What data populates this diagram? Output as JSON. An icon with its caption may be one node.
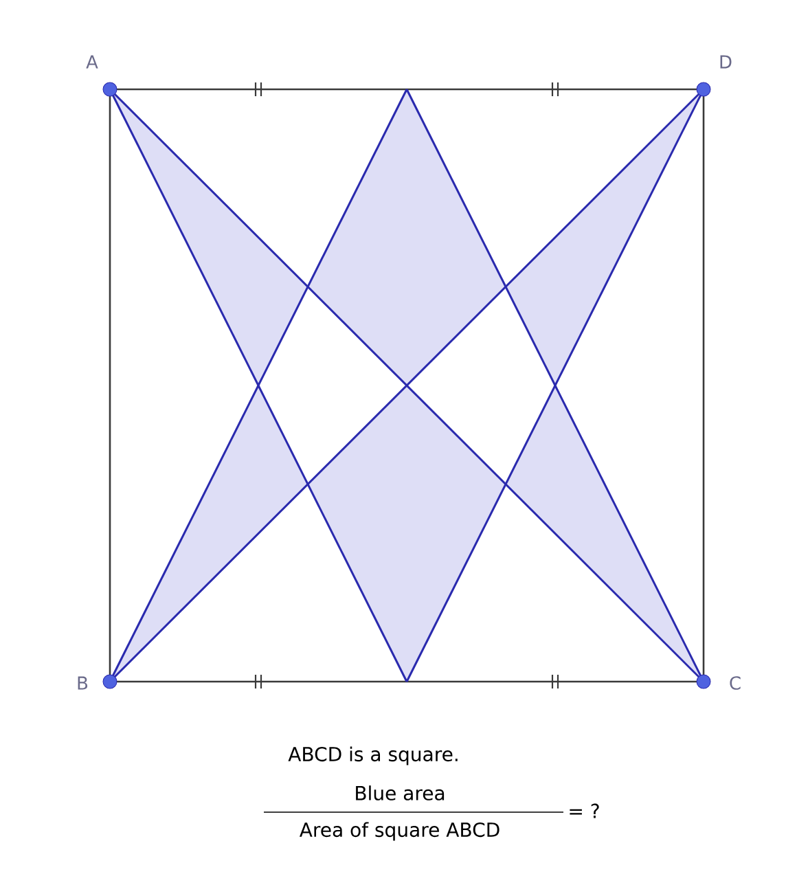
{
  "diagram": {
    "labels": [
      "A",
      "D",
      "B",
      "C",
      "ABCD is a square.",
      "Blue area",
      "Area of square ABCD",
      "= ?"
    ]
  }
}
